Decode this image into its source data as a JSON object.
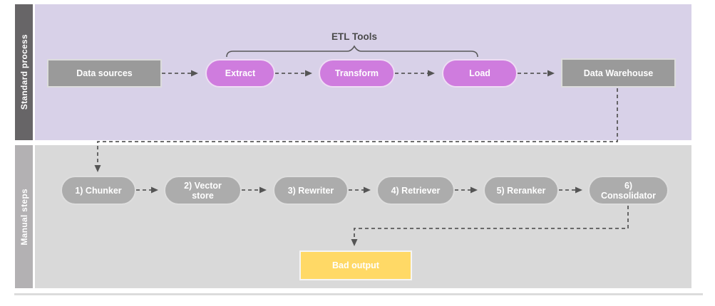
{
  "diagram": {
    "brace_label": "ETL Tools",
    "lanes": [
      {
        "label": "Standard process"
      },
      {
        "label": "Manual steps"
      }
    ],
    "nodes": {
      "data_sources": "Data sources",
      "extract": "Extract",
      "transform": "Transform",
      "load": "Load",
      "data_warehouse": "Data Warehouse",
      "chunker": "1) Chunker",
      "vector_store": "2) Vector store",
      "rewriter": "3) Rewriter",
      "retriever": "4) Retriever",
      "reranker": "5) Reranker",
      "consolidator": "6) Consolidator",
      "bad_output": "Bad output"
    },
    "colors": {
      "standard_lane_bg": "#d8d1e8",
      "manual_lane_bg": "#d9d9d9",
      "standard_lane_bar": "#676567",
      "manual_lane_bar": "#b3b1b3",
      "etl_pill": "#cf7cde",
      "gray_rect": "#9a9a9a",
      "gray_pill": "#acacac",
      "bad_output_fill": "#ffd966",
      "connector": "#595959"
    }
  }
}
